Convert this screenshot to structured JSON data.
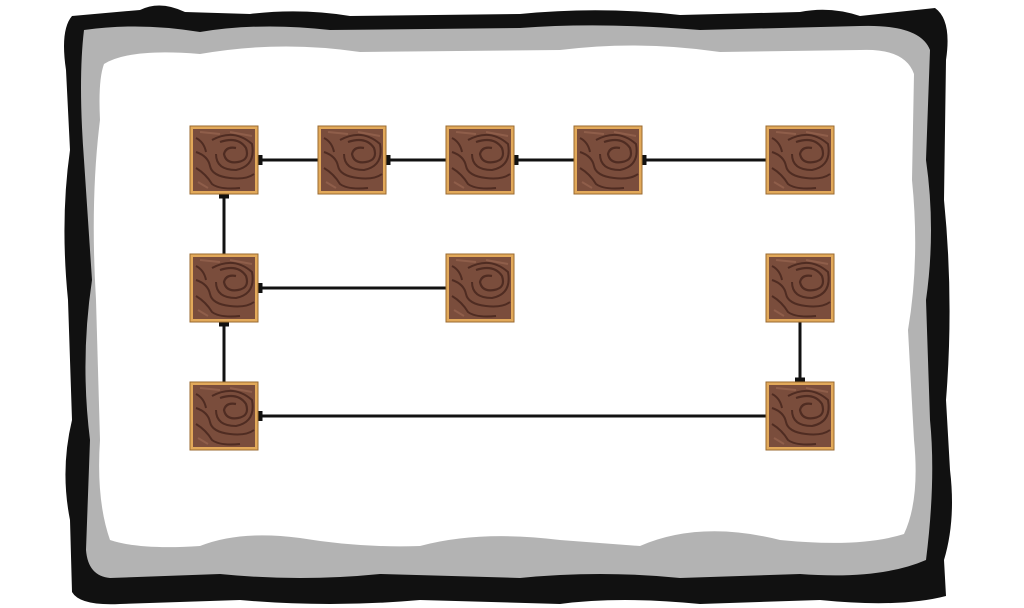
{
  "map": {
    "style": "parchment-map",
    "colors": {
      "frame": "#111111",
      "shadow": "#b3b3b3",
      "paper": "#ffffff",
      "wood_base": "#7a4d3c",
      "wood_light": "#8f5e4a",
      "wood_grain": "#4f2c22",
      "tile_border": "#e2a95a",
      "tile_border_dark": "#9a6a30",
      "connector": "#111111"
    },
    "nodes": [
      {
        "id": "n1",
        "col": 0,
        "row": 0,
        "icon": "wood-grain-icon"
      },
      {
        "id": "n2",
        "col": 1,
        "row": 0,
        "icon": "wood-grain-icon"
      },
      {
        "id": "n3",
        "col": 2,
        "row": 0,
        "icon": "wood-grain-icon"
      },
      {
        "id": "n4",
        "col": 3,
        "row": 0,
        "icon": "wood-grain-icon"
      },
      {
        "id": "n5",
        "col": 4,
        "row": 0,
        "icon": "wood-grain-icon"
      },
      {
        "id": "n6",
        "col": 0,
        "row": 1,
        "icon": "wood-grain-icon"
      },
      {
        "id": "n7",
        "col": 2,
        "row": 1,
        "icon": "wood-grain-icon"
      },
      {
        "id": "n8",
        "col": 4,
        "row": 1,
        "icon": "wood-grain-icon"
      },
      {
        "id": "n9",
        "col": 0,
        "row": 2,
        "icon": "wood-grain-icon"
      },
      {
        "id": "n10",
        "col": 4,
        "row": 2,
        "icon": "wood-grain-icon"
      }
    ],
    "connections": [
      {
        "from": "n2",
        "to": "n1"
      },
      {
        "from": "n3",
        "to": "n2"
      },
      {
        "from": "n4",
        "to": "n3"
      },
      {
        "from": "n5",
        "to": "n4"
      },
      {
        "from": "n6",
        "to": "n1"
      },
      {
        "from": "n7",
        "to": "n6"
      },
      {
        "from": "n9",
        "to": "n6"
      },
      {
        "from": "n10",
        "to": "n9"
      },
      {
        "from": "n8",
        "to": "n10"
      }
    ]
  }
}
